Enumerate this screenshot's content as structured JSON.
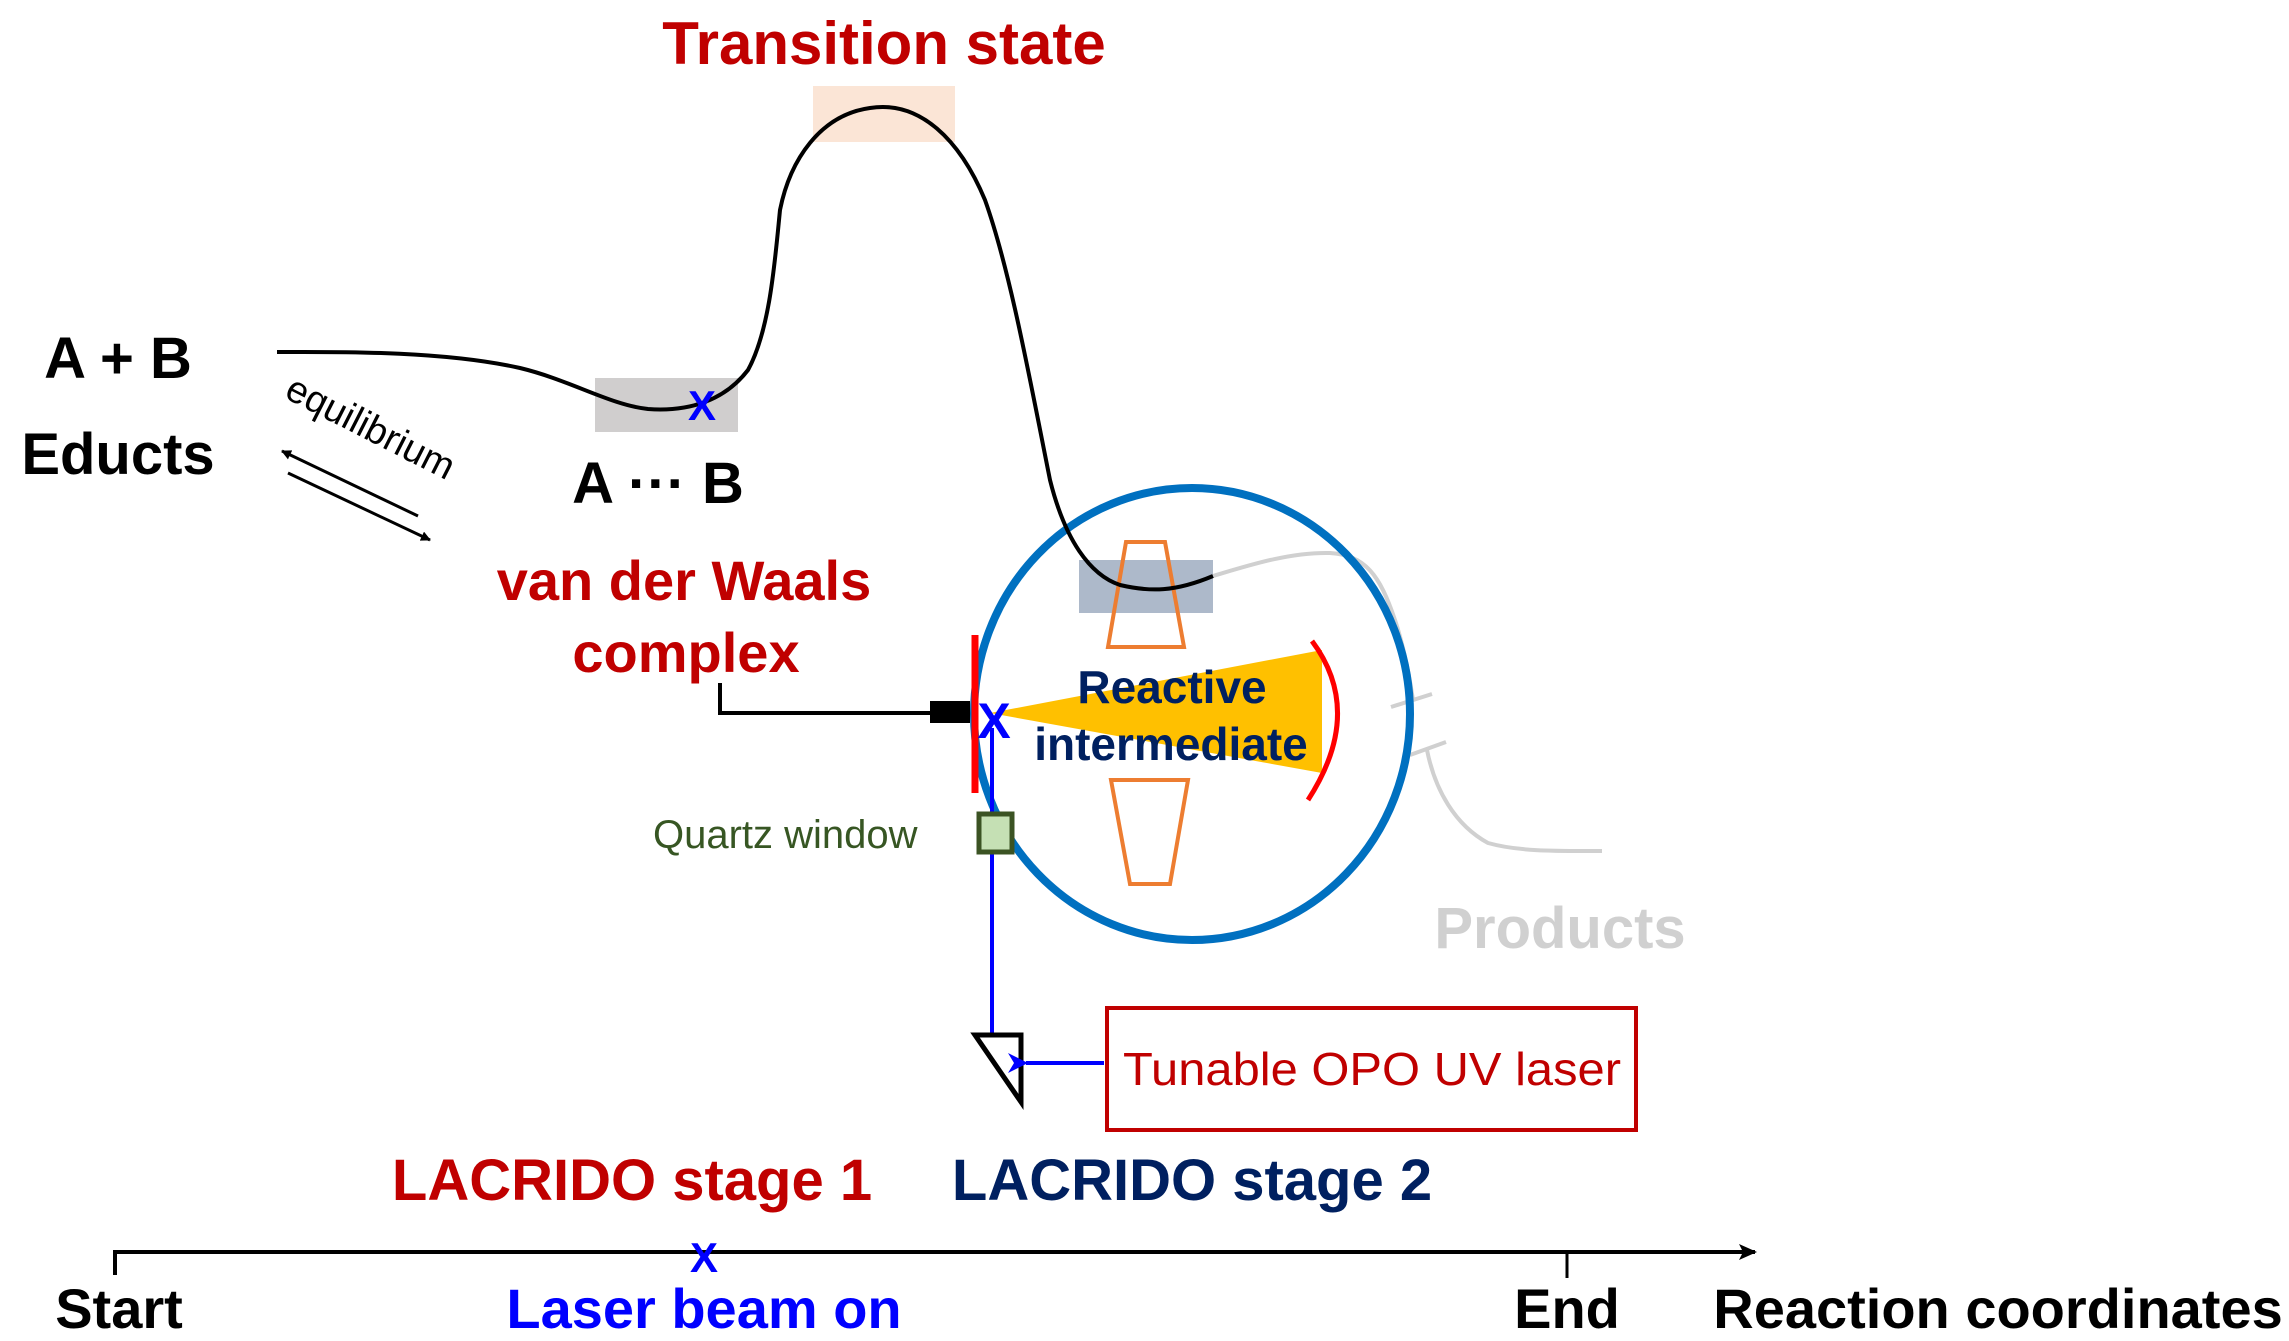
{
  "title": "LACRIDO reaction coordinate diagram",
  "colors": {
    "dark_red": "#c00000",
    "navy": "#002060",
    "blue": "#0000ff",
    "chamber_blue": "#0070c0",
    "grey_text": "#d0d0d0",
    "orange": "#ed7d31",
    "amber": "#ffc000",
    "green_text": "#375623"
  },
  "labels": {
    "transition_state": "Transition state",
    "educts_formula": "A + B",
    "educts": "Educts",
    "equilibrium": "equilibrium",
    "complex_formula": "A ··· B",
    "vdw_line1": "van der Waals",
    "vdw_line2": "complex",
    "reactive_line1": "Reactive",
    "reactive_line2": "intermediate",
    "quartz_window": "Quartz window",
    "products": "Products",
    "laser": "Tunable OPO UV laser",
    "stage1": "LACRIDO stage 1",
    "stage2": "LACRIDO stage 2",
    "x_mark": "X"
  },
  "axis": {
    "start": "Start",
    "laser_on": "Laser beam on",
    "end": "End",
    "title": "Reaction coordinates"
  }
}
